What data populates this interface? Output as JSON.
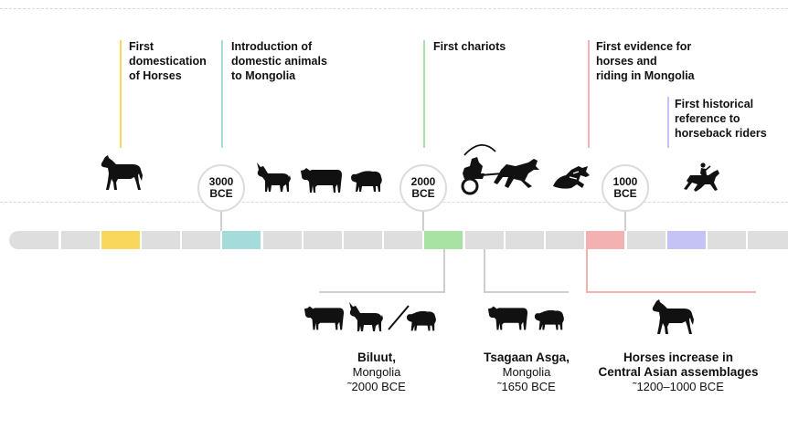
{
  "colors": {
    "yellow": "#f9d75b",
    "teal": "#a6dbdc",
    "green": "#a9e3a4",
    "pink": "#f4b1b1",
    "lavender": "#c5c3f5",
    "grey": "#dedede"
  },
  "events": [
    {
      "text": "First\ndomestication\nof Horses",
      "color": "yellow"
    },
    {
      "text": "Introduction of\ndomestic animals\nto Mongolia",
      "color": "teal"
    },
    {
      "text": "First chariots",
      "color": "green"
    },
    {
      "text": "First evidence for\nhorses and\nriding in Mongolia",
      "color": "pink"
    },
    {
      "text": "First historical\nreference to\nhorseback riders",
      "color": "lavender"
    }
  ],
  "dates": [
    {
      "label": "3000\nBCE"
    },
    {
      "label": "2000\nBCE"
    },
    {
      "label": "1000\nBCE"
    }
  ],
  "sites": [
    {
      "name": "Biluut,",
      "region": "Mongolia",
      "date": "˜2000 BCE"
    },
    {
      "name": "Tsagaan Asga,",
      "region": "Mongolia",
      "date": "˜1650 BCE"
    },
    {
      "name": "Horses increase in",
      "name2": "Central Asian assemblages",
      "date": "˜1200–1000 BCE"
    }
  ],
  "icons": [
    "horse-icon",
    "goat-icon",
    "cow-icon",
    "sheep-icon",
    "chariot-icon",
    "fallen-horse-icon",
    "horse-rider-icon"
  ]
}
